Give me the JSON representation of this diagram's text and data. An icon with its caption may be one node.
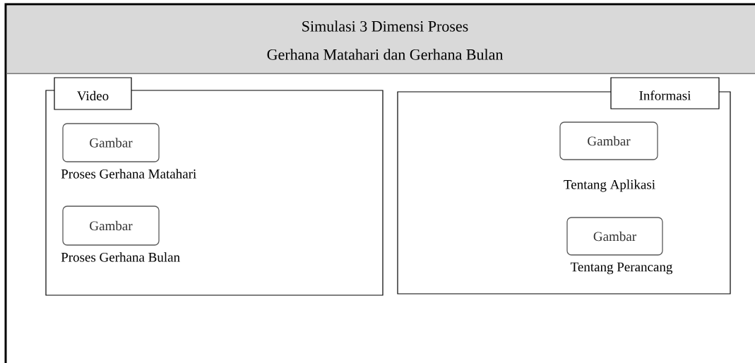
{
  "diagram": {
    "nodes": [
      {
        "text": [
          "Simulasi 3 Dimensi Proses",
          "Gerhana Matahari dan Gerhana Bulan"
        ]
      },
      {
        "text": [
          "Video"
        ]
      },
      {
        "text": [
          "Gambar"
        ],
        "in": 1,
        "beside": [
          "Proses Gerhana Matahari"
        ]
      },
      {
        "text": [
          "Gambar"
        ],
        "in": 1,
        "beside": [
          "Proses Gerhana Bulan"
        ]
      },
      {
        "text": [
          "Informasi"
        ]
      },
      {
        "text": [
          "Gambar"
        ],
        "in": 4,
        "beside": [
          "Tentang Aplikasi"
        ]
      },
      {
        "text": [
          "Gambar"
        ],
        "in": 4,
        "beside": [
          "Tentang Perancang"
        ]
      }
    ]
  }
}
